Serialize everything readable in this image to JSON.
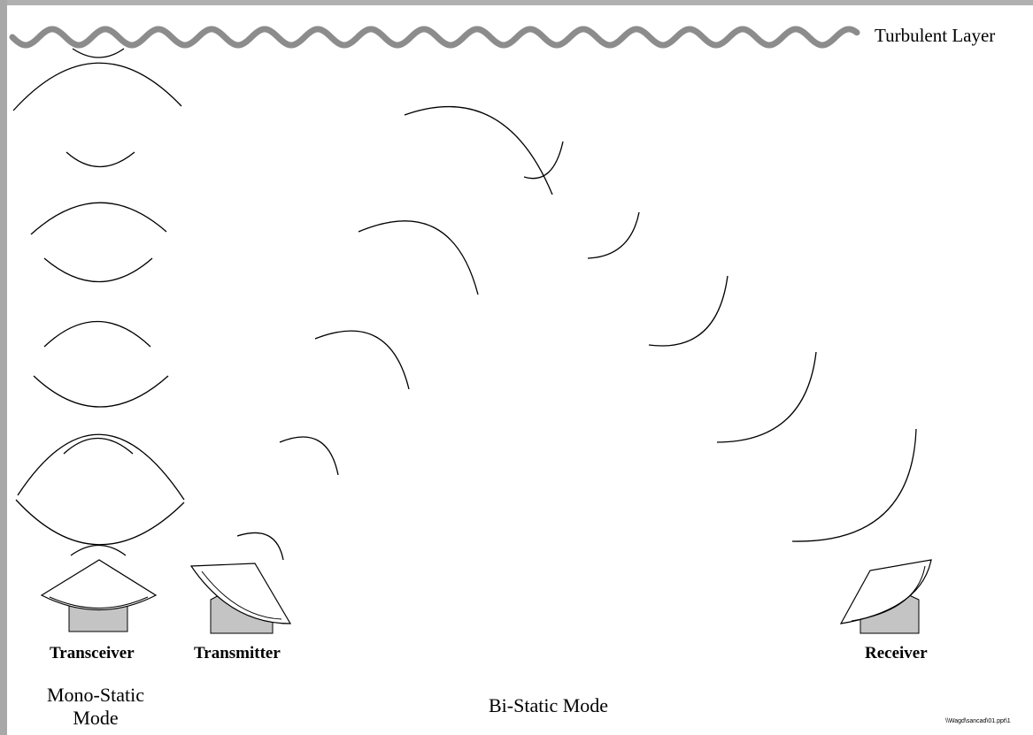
{
  "labels": {
    "turbulent_layer": "Turbulent Layer",
    "transceiver": "Transceiver",
    "transmitter": "Transmitter",
    "receiver": "Receiver",
    "mono_static_line1": "Mono-Static",
    "mono_static_line2": "Mode",
    "bi_static": "Bi-Static Mode",
    "file_ref": "\\\\Wagd\\sancad\\01.ppt\\1"
  },
  "colors": {
    "wave": "#8c8c8c",
    "dish_base": "#c4c4c4",
    "frame": "#a8a8a8",
    "stroke": "#000000"
  }
}
